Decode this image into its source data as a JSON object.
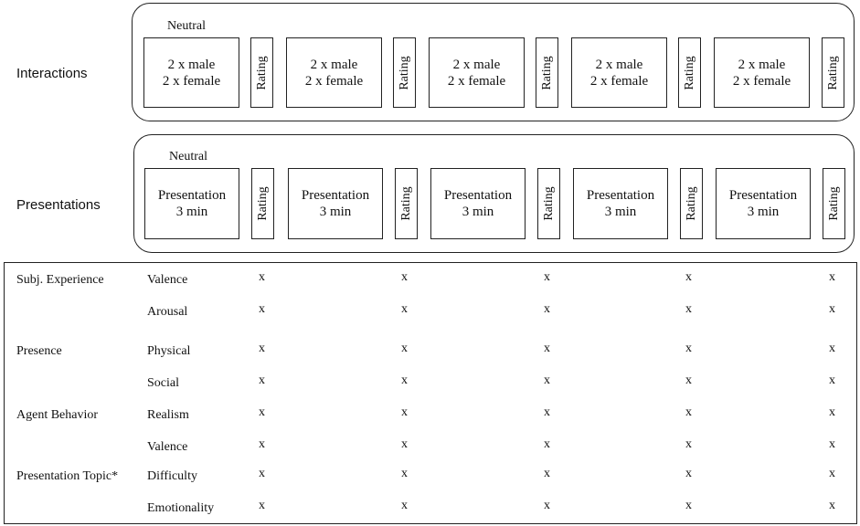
{
  "interactions": {
    "label": "Interactions",
    "neutral_label": "Neutral",
    "blocks": [
      {
        "line1": "2 x male",
        "line2": "2 x female"
      },
      {
        "line1": "2 x male",
        "line2": "2 x female"
      },
      {
        "line1": "2 x male",
        "line2": "2 x female"
      },
      {
        "line1": "2 x male",
        "line2": "2 x female"
      },
      {
        "line1": "2 x male",
        "line2": "2 x female"
      }
    ],
    "rating_label": "Rating"
  },
  "presentations": {
    "label": "Presentations",
    "neutral_label": "Neutral",
    "blocks": [
      {
        "line1": "Presentation",
        "line2": "3 min"
      },
      {
        "line1": "Presentation",
        "line2": "3 min"
      },
      {
        "line1": "Presentation",
        "line2": "3 min"
      },
      {
        "line1": "Presentation",
        "line2": "3 min"
      },
      {
        "line1": "Presentation",
        "line2": "3 min"
      }
    ],
    "rating_label": "Rating"
  },
  "measures": {
    "mark": "x",
    "rows": [
      {
        "category": "Subj. Experience",
        "item": "Valence"
      },
      {
        "category": "",
        "item": "Arousal"
      },
      {
        "category": "Presence",
        "item": "Physical"
      },
      {
        "category": "",
        "item": "Social"
      },
      {
        "category": "Agent Behavior",
        "item": "Realism"
      },
      {
        "category": "",
        "item": "Valence"
      },
      {
        "category": "Presentation Topic*",
        "item": "Difficulty"
      },
      {
        "category": "",
        "item": "Emotionality"
      }
    ]
  }
}
